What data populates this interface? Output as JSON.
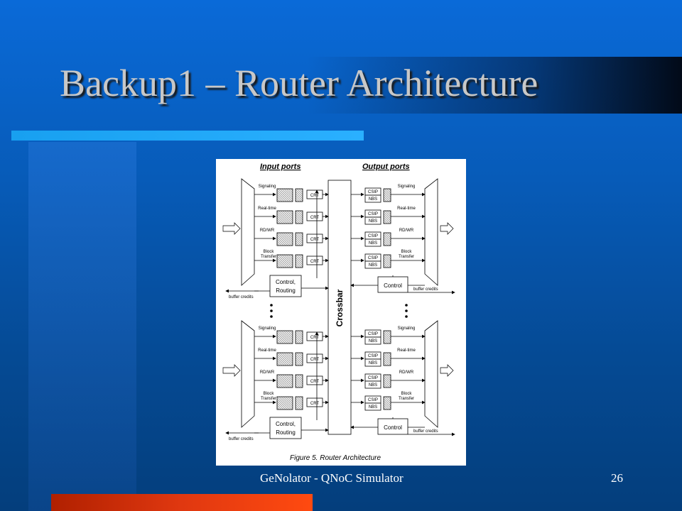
{
  "slide": {
    "title": "Backup1 – Router Architecture",
    "footer_text": "GeNolator - QNoC Simulator",
    "slide_number": "26",
    "colors": {
      "background_top": "#0a6ad8",
      "background_bottom": "#043e7c",
      "title_text": "#c8c8c8",
      "accent_bar": "#1ea6f5",
      "bottom_bar": "#e03810"
    }
  },
  "figure": {
    "input_ports_heading": "Input ports",
    "output_ports_heading": "Output ports",
    "crossbar_label": "Crossbar",
    "caption": "Figure 5. Router Architecture",
    "service_levels": [
      "Signaling",
      "Real-time",
      "RD/WR",
      "Block Transfer"
    ],
    "crt_label": "CRT",
    "csip_label": "CSIP",
    "nbs_label": "NBS",
    "input_control_line1": "Control,",
    "input_control_line2": "Routing",
    "output_control_label": "Control",
    "buffer_credits_label": "buffer credits"
  }
}
